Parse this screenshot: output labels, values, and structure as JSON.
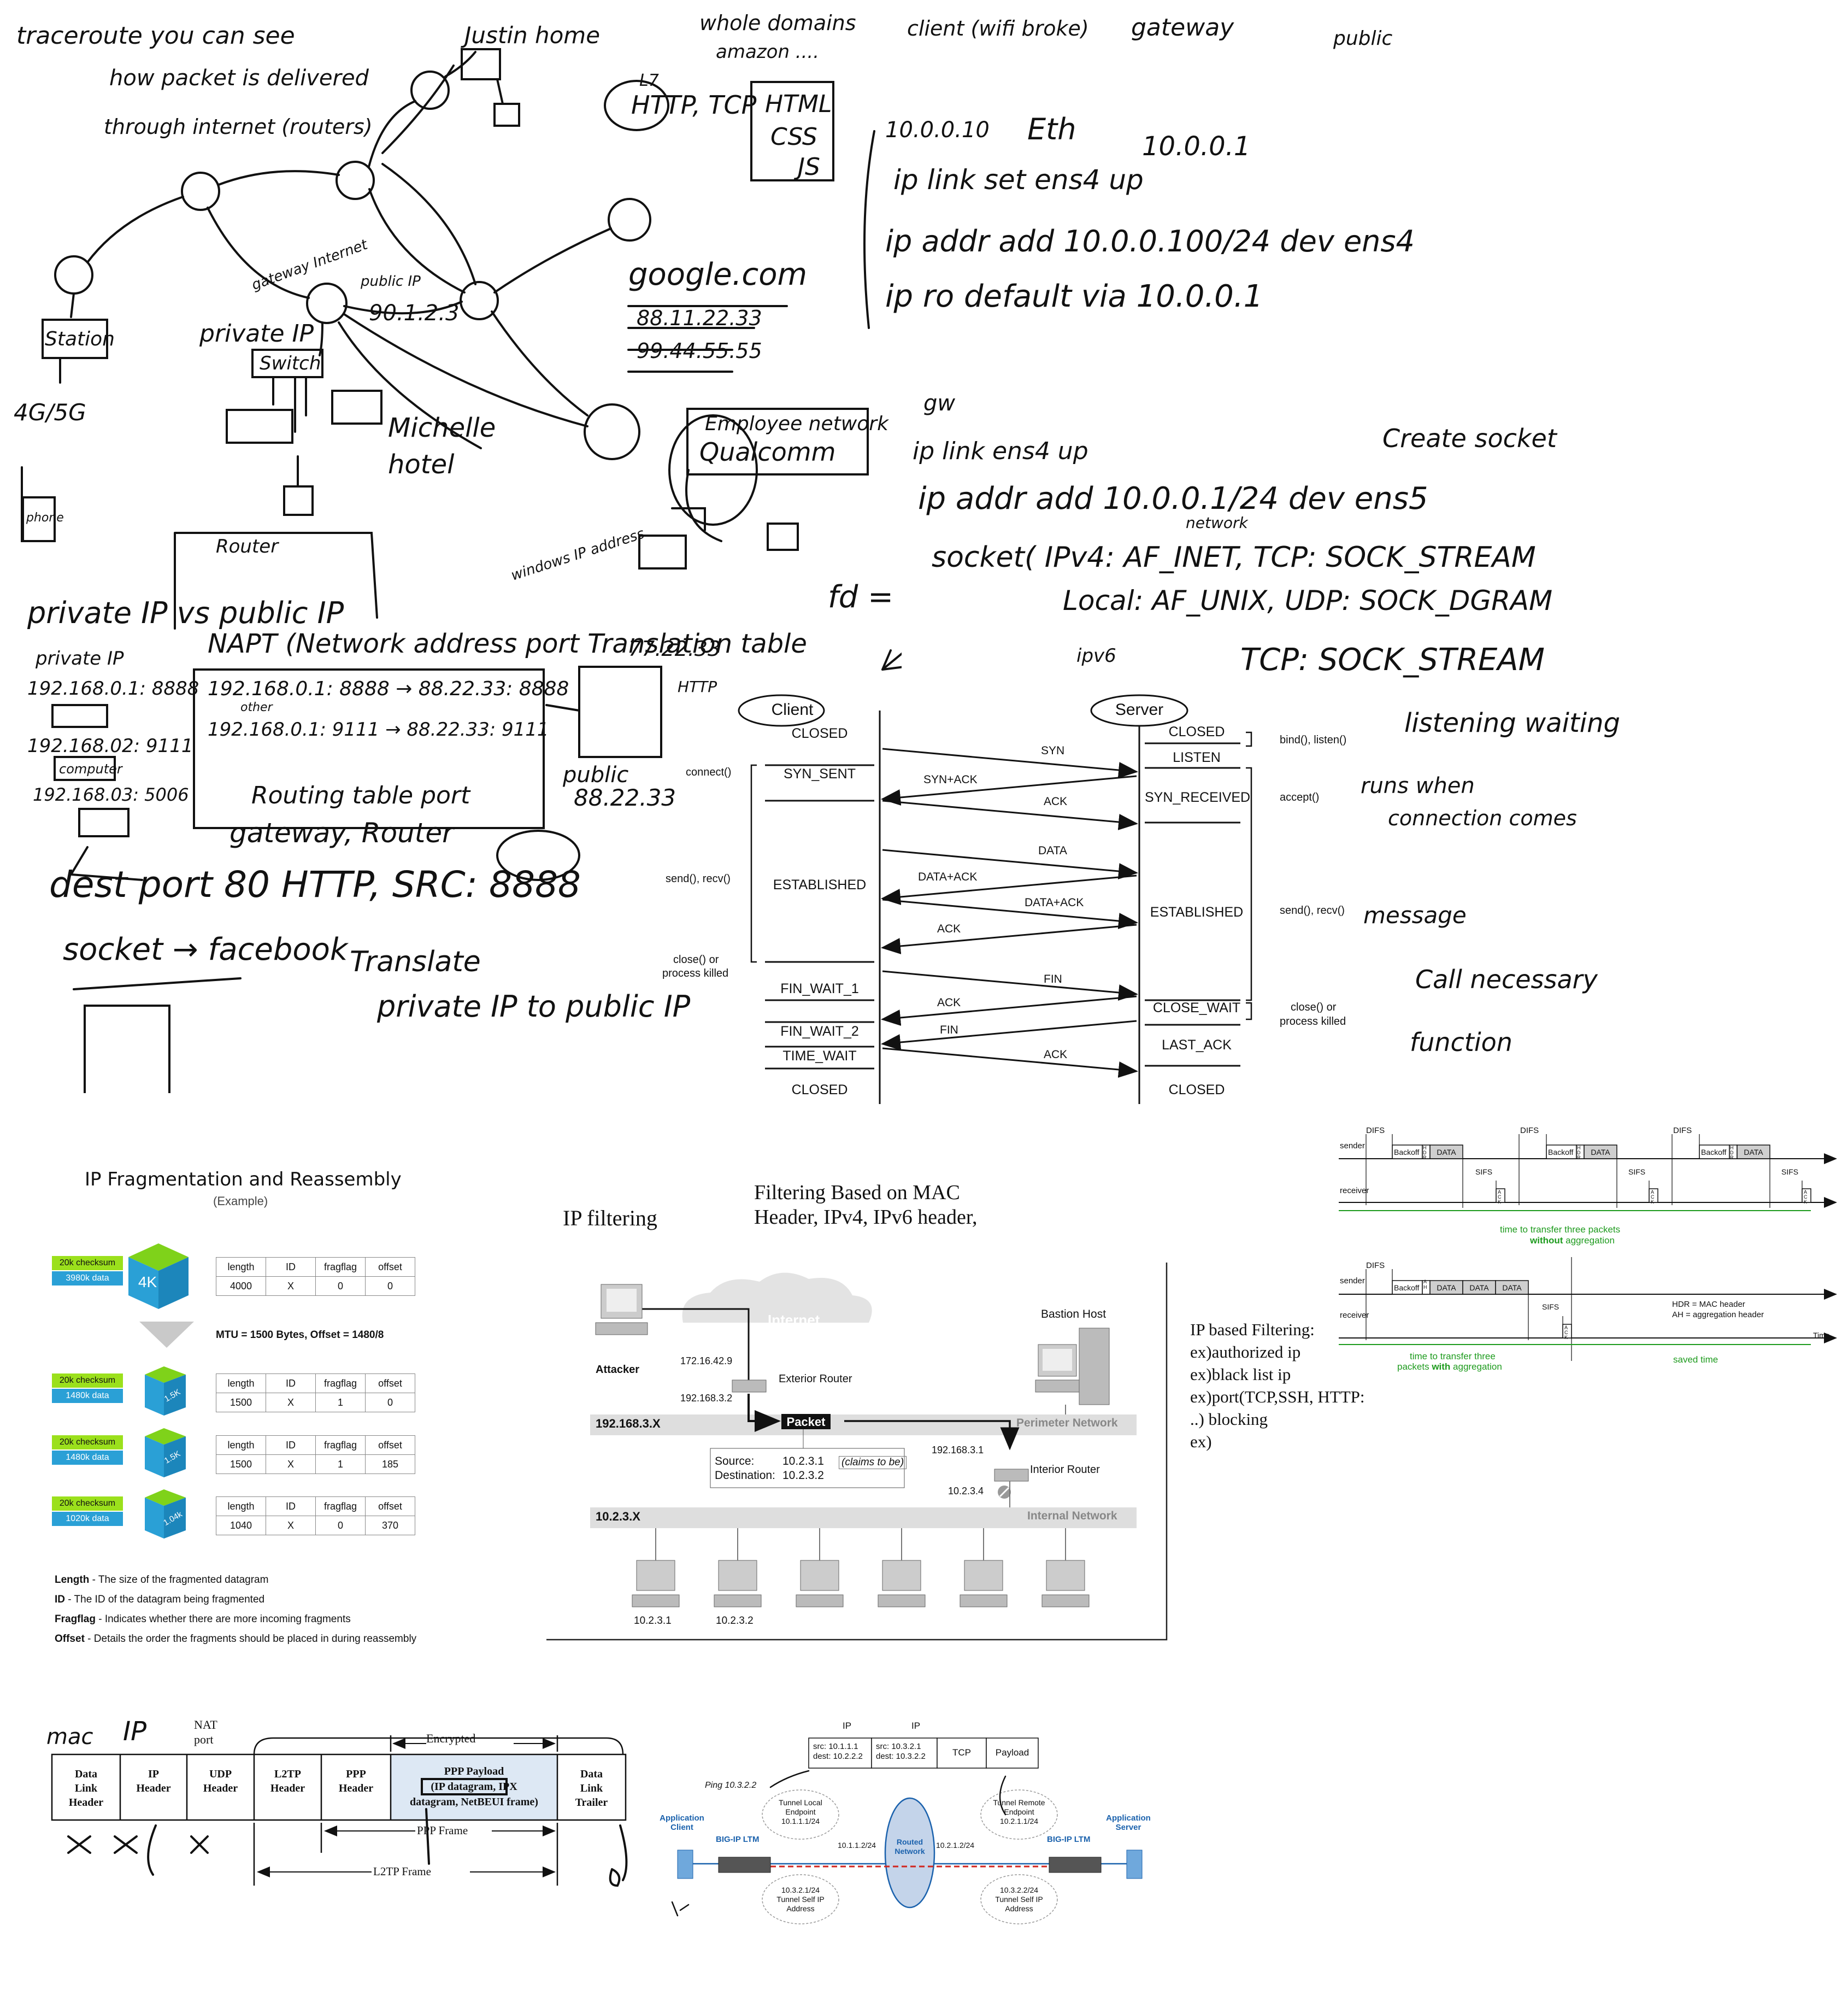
{
  "notes": {
    "traceroute": "traceroute you can see",
    "packet_delivered": "how packet is delivered",
    "through_internet": "through internet (routers)",
    "justin_home": "Justin home",
    "whole_domains": "whole domains",
    "amazon": "amazon ....",
    "l7": "L7",
    "http_tcp": "HTTP, TCP",
    "html": "HTML",
    "css": "CSS",
    "js": "JS",
    "client_wifi": "client (wifi broke)",
    "gateway": "gateway",
    "public": "public",
    "client_ip": "10.0.0.10",
    "eth": "Eth",
    "gateway_ip": "10.0.0.1",
    "ip_link_set": "ip link set ens4 up",
    "ip_addr_add": "ip addr add 10.0.0.100/24 dev ens4",
    "ip_route_default": "ip ro default via 10.0.0.1",
    "google": "google.com",
    "google_ip_1": "88.11.22.33",
    "google_ip_2": "99.44.55.55",
    "gateway_internet": "gateway Internet",
    "public_ip": "public IP",
    "public_ip_value": "90.1.2.3",
    "private_ip": "private IP",
    "switch": "Switch",
    "station": "Station",
    "g4g5": "4G/5G",
    "phone": "phone",
    "michelle_hotel": "Michelle hotel",
    "employee_network": "Employee network",
    "qualcomm": "Qualcomm",
    "windows_ip_address": "windows IP address",
    "router": "Router",
    "private_vs_public": "private IP vs public IP",
    "napt": "NAPT (Network address port Translation table",
    "napt_public": "77.22.33",
    "private_ip_label": "private IP",
    "pip1": "192.168.0.1: 8888",
    "pip2": "192.168.02: 9111",
    "pip3": "192.168.03: 5006",
    "computer": "computer",
    "napt_row1": "192.168.0.1: 8888 → 88.22.33: 8888",
    "napt_other": "other",
    "napt_row2": "192.168.0.1: 9111 → 88.22.33: 9111",
    "routing_table": "Routing table port",
    "gateway_router": "gateway, Router",
    "public_label": "public",
    "public_addr": "88.22.33",
    "dest_port": "dest port 80 HTTP, SRC: 8888",
    "socket_facebook": "socket → facebook",
    "translate": "Translate",
    "private_ip_to_public": "private IP to public IP",
    "http_label": "HTTP",
    "gw": "gw",
    "ip_link": "ip link ens4 up",
    "ip_addr": "ip addr add 10.0.0.1/24 dev ens5",
    "create_socket": "Create socket",
    "network": "network",
    "fd": "fd =",
    "socket_call": "socket( IPv4: AF_INET, TCP: SOCK_STREAM",
    "socket_local": "Local: AF_UNIX, UDP: SOCK_DGRAM",
    "ipv6": "ipv6",
    "tcp_sock_stream": "TCP: SOCK_STREAM",
    "listening_waiting": "listening waiting",
    "runs_when": "runs when",
    "connection_comes": "connection comes",
    "message": "message",
    "call_necessary": "Call necessary",
    "function": "function"
  },
  "tcp": {
    "client": "Client",
    "server": "Server",
    "client_states": [
      "CLOSED",
      "SYN_SENT",
      "ESTABLISHED",
      "FIN_WAIT_1",
      "FIN_WAIT_2",
      "TIME_WAIT",
      "CLOSED"
    ],
    "server_states": [
      "CLOSED",
      "LISTEN",
      "SYN_RECEIVED",
      "ESTABLISHED",
      "CLOSE_WAIT",
      "LAST_ACK",
      "CLOSED"
    ],
    "messages": [
      "SYN",
      "SYN+ACK",
      "ACK",
      "DATA",
      "DATA+ACK",
      "DATA+ACK",
      "ACK",
      "FIN",
      "ACK",
      "FIN",
      "ACK"
    ],
    "calls": {
      "connect": "connect()",
      "send_recv": "send(), recv()",
      "close_client": "close() or",
      "close_client_2": "process killed",
      "bind_listen": "bind(), listen()",
      "accept": "accept()",
      "send_recv_server": "send(), recv()",
      "close_server": "close() or",
      "close_server_2": "process killed"
    }
  },
  "fragmentation": {
    "title": "IP Fragmentation and Reassembly",
    "subtitle": "(Example)",
    "mtu": "MTU = 1500 Bytes,  Offset = 1480/8",
    "headers": [
      "length",
      "ID",
      "fragflag",
      "offset"
    ],
    "rows": [
      {
        "checksum": "20k checksum",
        "data": "3980k data",
        "cube": "4K",
        "values": [
          "4000",
          "X",
          "0",
          "0"
        ]
      },
      {
        "checksum": "20k checksum",
        "data": "1480k data",
        "cube": "1.5K",
        "values": [
          "1500",
          "X",
          "1",
          "0"
        ]
      },
      {
        "checksum": "20k checksum",
        "data": "1480k data",
        "cube": "1.5K",
        "values": [
          "1500",
          "X",
          "1",
          "185"
        ]
      },
      {
        "checksum": "20k checksum",
        "data": "1020k data",
        "cube": "1.04k",
        "values": [
          "1040",
          "X",
          "0",
          "370"
        ]
      }
    ],
    "legend": [
      {
        "term": "Length",
        "desc": " - The size of the fragmented datagram"
      },
      {
        "term": "ID",
        "desc": " - The ID of the datagram being fragmented"
      },
      {
        "term": "Fragflag",
        "desc": " - Indicates whether there are more incoming fragments"
      },
      {
        "term": "Offset",
        "desc": " - Details the order the fragments should be placed in during reassembly"
      }
    ]
  },
  "filtering": {
    "title": "IP filtering",
    "heading_line1": "Filtering Based on MAC",
    "heading_line2": "Header, IPv4, IPv6 header,",
    "internet": "Internet",
    "bastion_host": "Bastion Host",
    "attacker": "Attacker",
    "ip_attacker": "172.16.42.9",
    "exterior_router": "Exterior Router",
    "ip_ext": "192.168.3.2",
    "net_192": "192.168.3.X",
    "perimeter_network": "Perimeter Network",
    "packet": "Packet",
    "source_label": "Source:",
    "source_value": "10.2.3.1",
    "claims": "(claims to be)",
    "dest_label": "Destination:",
    "dest_value": "10.2.3.2",
    "ip_int_1": "192.168.3.1",
    "interior_router": "Interior Router",
    "ip_int_2": "10.2.3.4",
    "net_10": "10.2.3.X",
    "internal_network": "Internal Network",
    "host_1": "10.2.3.1",
    "host_2": "10.2.3.2",
    "notes": [
      "IP based Filtering:",
      "ex)authorized ip",
      "ex)black list ip",
      "ex)port(TCP,SSH, HTTP:",
      "..) blocking",
      "ex)"
    ]
  },
  "aggregation": {
    "difs": "DIFS",
    "sifs": "SIFS",
    "sender": "sender",
    "receiver": "receiver",
    "backoff": "Backoff",
    "hdr": "HDR",
    "data": "DATA",
    "ack": "ACK",
    "ah": "AH",
    "time_three_1": "time to transfer three packets",
    "without": "without",
    "aggregation_word": " aggregation",
    "hdr_note": "HDR = MAC header",
    "ah_note": "AH = aggregation header",
    "time_axis": "Time",
    "time_three_2a": "time to transfer three",
    "time_three_2b": "packets ",
    "with": "with",
    "saved_time": "saved time",
    "green": "#1e9b1e"
  },
  "l2tp": {
    "mac": "mac",
    "ip": "IP",
    "nat": "NAT",
    "port": "port",
    "encrypted": "Encrypted",
    "cells": [
      [
        "Data",
        "Link",
        "Header"
      ],
      [
        "IP",
        "Header",
        ""
      ],
      [
        "UDP",
        "Header",
        ""
      ],
      [
        "L2TP",
        "Header",
        ""
      ],
      [
        "PPP",
        "Header",
        ""
      ],
      [
        "PPP Payload",
        "(IP datagram, IPX",
        "datagram, NetBEUI frame)"
      ],
      [
        "Data",
        "Link",
        "Trailer"
      ]
    ],
    "ppp_frame": "PPP Frame",
    "l2tp_frame": "L2TP Frame",
    "fill": "#dde8f4"
  },
  "tunnel": {
    "ip1": "IP",
    "ip2": "IP",
    "src1": "src: 10.1.1.1",
    "dst1": "dest: 10.2.2.2",
    "src2": "src: 10.3.2.1",
    "dst2": "dest: 10.3.2.2",
    "tcp": "TCP",
    "payload": "Payload",
    "ping": "Ping 10.3.2.2",
    "app_client_1": "Application",
    "app_client_2": "Client",
    "app_server_1": "Application",
    "app_server_2": "Server",
    "bigip_left": "BIG-IP LTM",
    "bigip_right": "BIG-IP LTM",
    "local_ep_1": "Tunnel Local",
    "local_ep_2": "Endpoint",
    "local_ep_3": "10.1.1.1/24",
    "remote_ep_1": "Tunnel Remote",
    "remote_ep_2": "Endpoint",
    "remote_ep_3": "10.2.1.1/24",
    "routed_1": "Routed",
    "routed_2": "Network",
    "if_left": "10.1.1.2/24",
    "if_right": "10.2.1.2/24",
    "self_left_1": "10.3.2.1/24",
    "self_left_2": "Tunnel Self IP",
    "self_left_3": "Address",
    "self_right_1": "10.3.2.2/24",
    "self_right_2": "Tunnel Self IP",
    "self_right_3": "Address",
    "blue": "#1b62ad"
  }
}
